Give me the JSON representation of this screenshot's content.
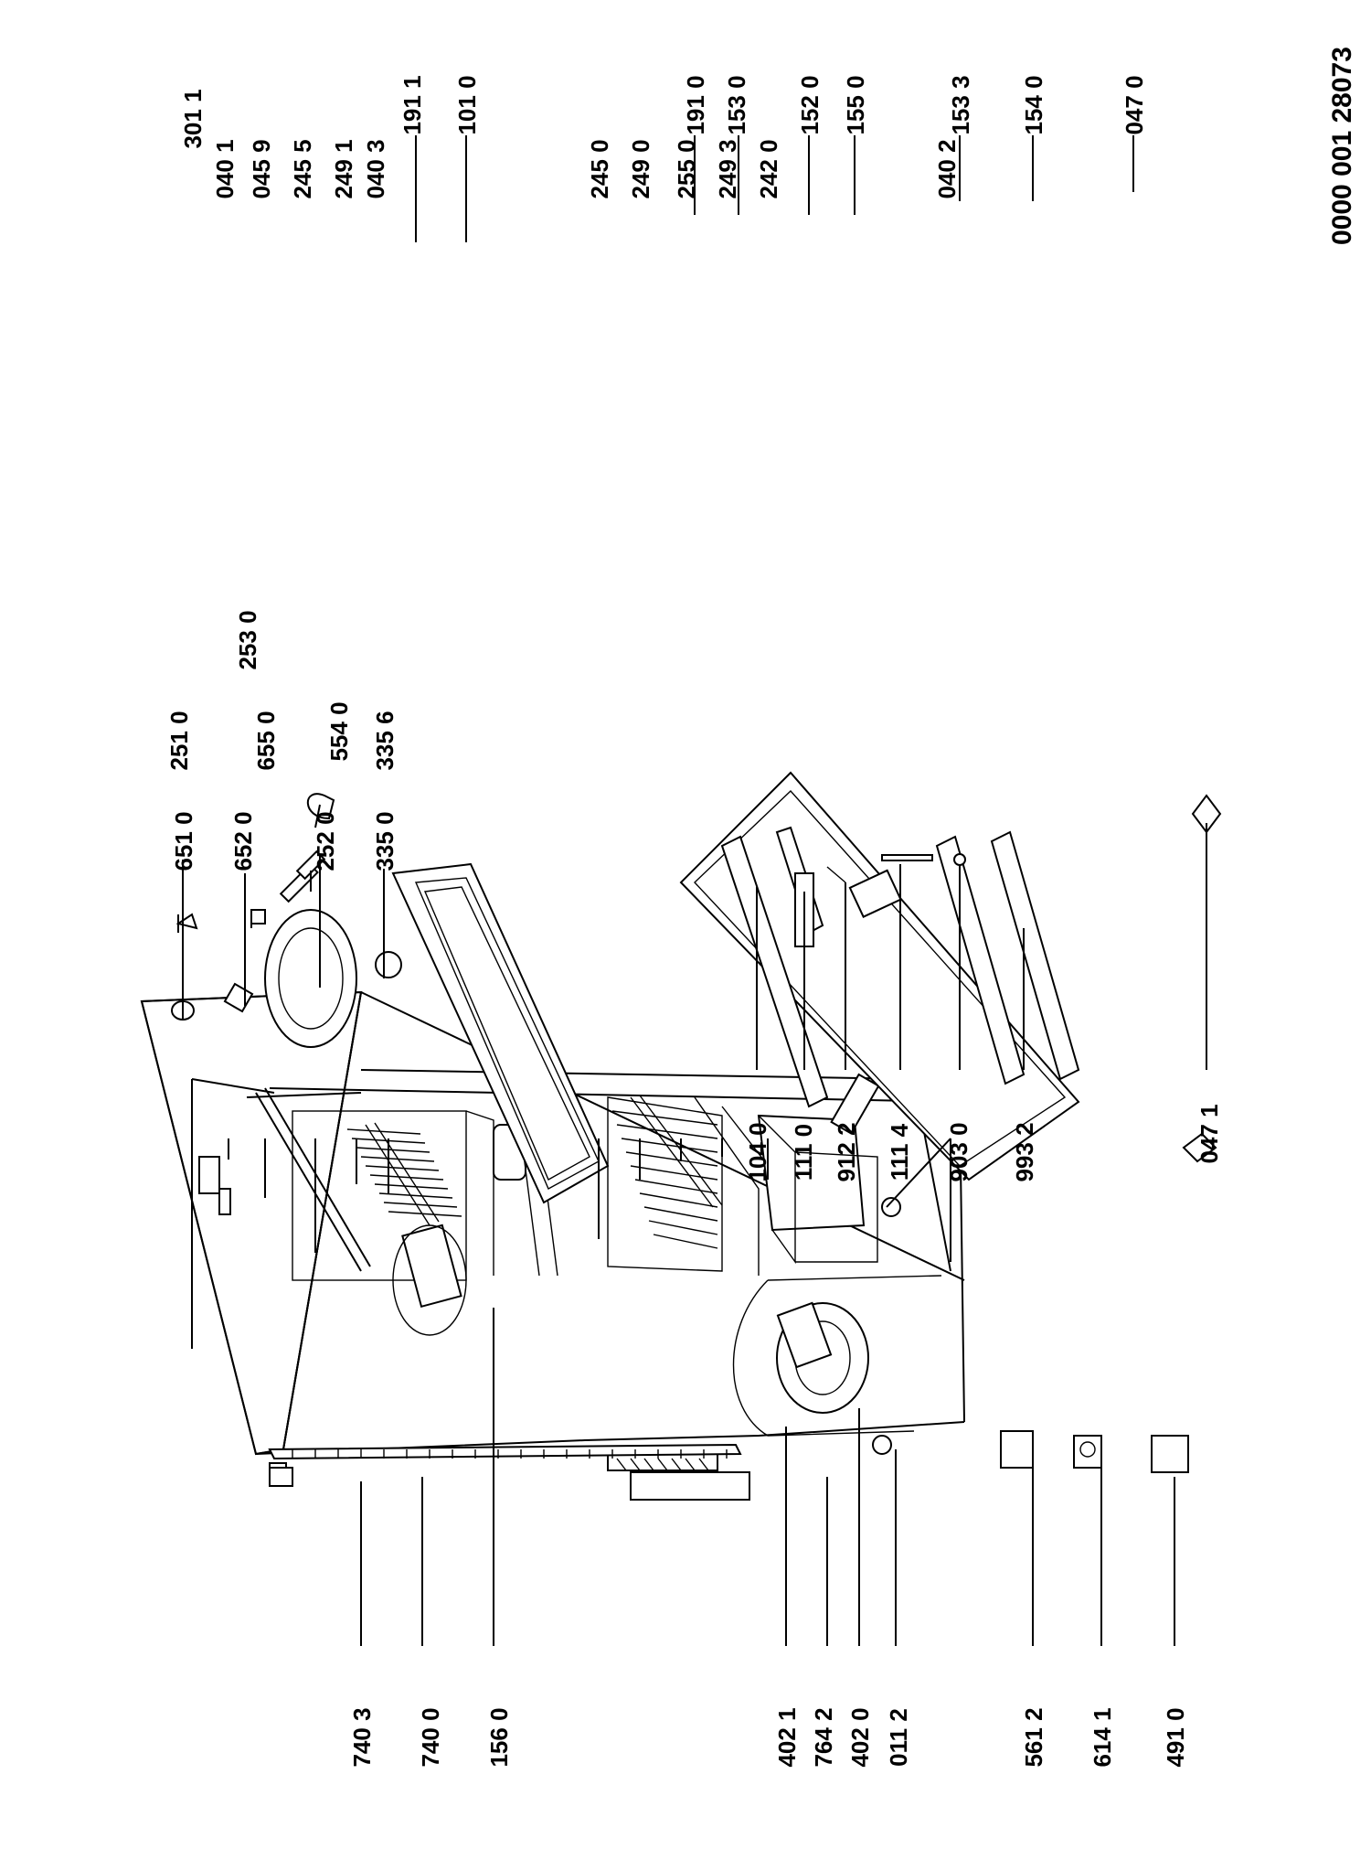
{
  "document_id": "0000 001 28073",
  "part_labels": [
    "301 1",
    "040 1",
    "045 9",
    "245 5",
    "249 1",
    "040 3",
    "245 0",
    "249 0",
    "255 0",
    "249 3",
    "242 0",
    "040 2",
    "740 3",
    "740 0",
    "156 0",
    "402 1",
    "764 2",
    "402 0",
    "011 2",
    "561 2",
    "614 1",
    "491 0",
    "651 0",
    "652 0",
    "252 0",
    "335 0",
    "251 0",
    "554 0",
    "655 0",
    "335 6",
    "253 0",
    "104 0",
    "111 0",
    "912 2",
    "111 4",
    "903 0",
    "993 2",
    "191 1",
    "101 0",
    "191 0",
    "153 0",
    "152 0",
    "155 0",
    "153 3",
    "154 0",
    "047 0",
    "047 1"
  ]
}
